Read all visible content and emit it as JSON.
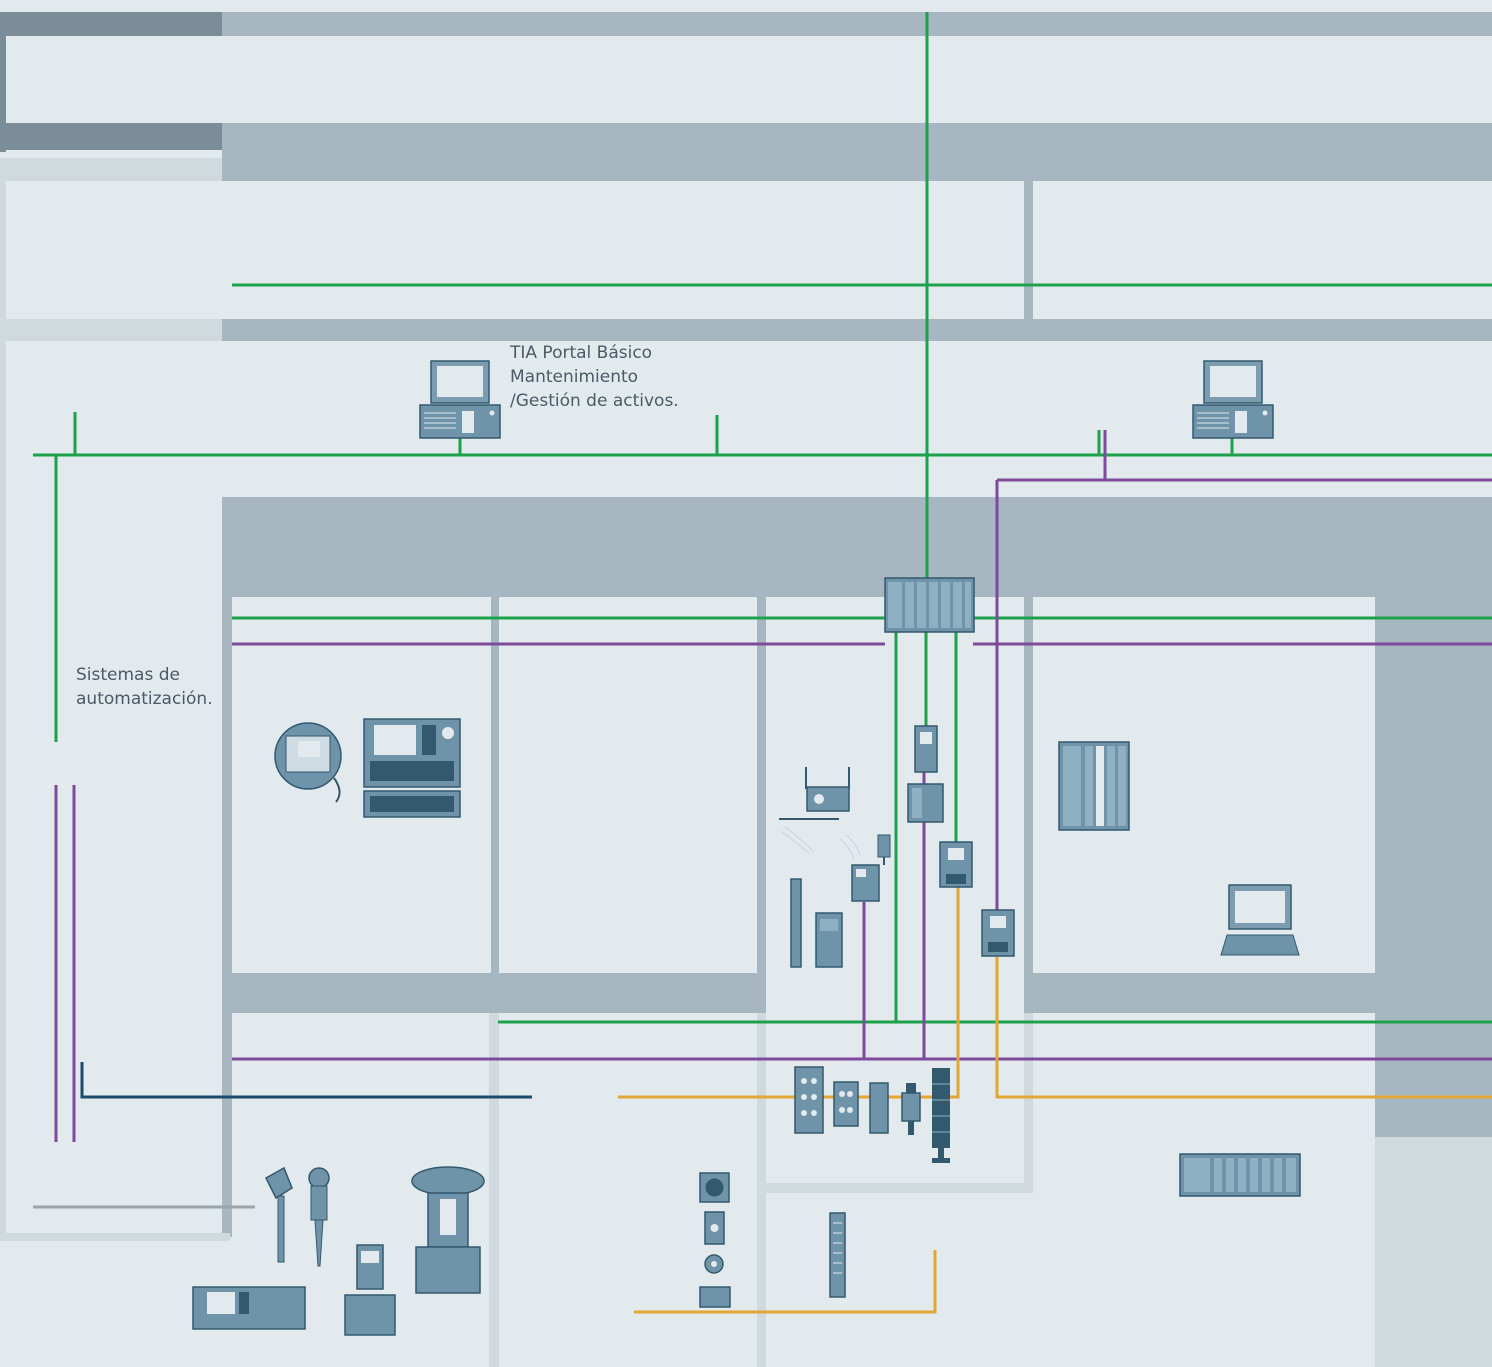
{
  "labels": {
    "tia_line1": "TIA Portal Básico",
    "tia_line2": "Mantenimiento",
    "tia_line3": "/Gestión de activos.",
    "auto_line1": "Sistemas de",
    "auto_line2": "automatización."
  },
  "colors": {
    "background": "#e3eaed",
    "band": "#a7b7c1",
    "panel": "#e3eaed",
    "profinet_green": "#1ea14b",
    "profibus_purple": "#7d4a9c",
    "as_interface_orange": "#e3a633",
    "io_link_darkblue": "#1c4a6a",
    "grey_line": "#9aa5ab",
    "device_blue": "#6f93a9",
    "device_dark": "#33596f"
  },
  "icons": [
    "pc-workstation-icon",
    "s7-plc-rack-icon",
    "hmi-panel-icon",
    "mobile-panel-icon",
    "wireless-access-point-icon",
    "distributed-io-icon",
    "drive-icon",
    "sensor-icon",
    "valve-actuator-icon",
    "flowmeter-icon",
    "analyzer-icon",
    "laptop-icon",
    "signal-tower-icon"
  ]
}
